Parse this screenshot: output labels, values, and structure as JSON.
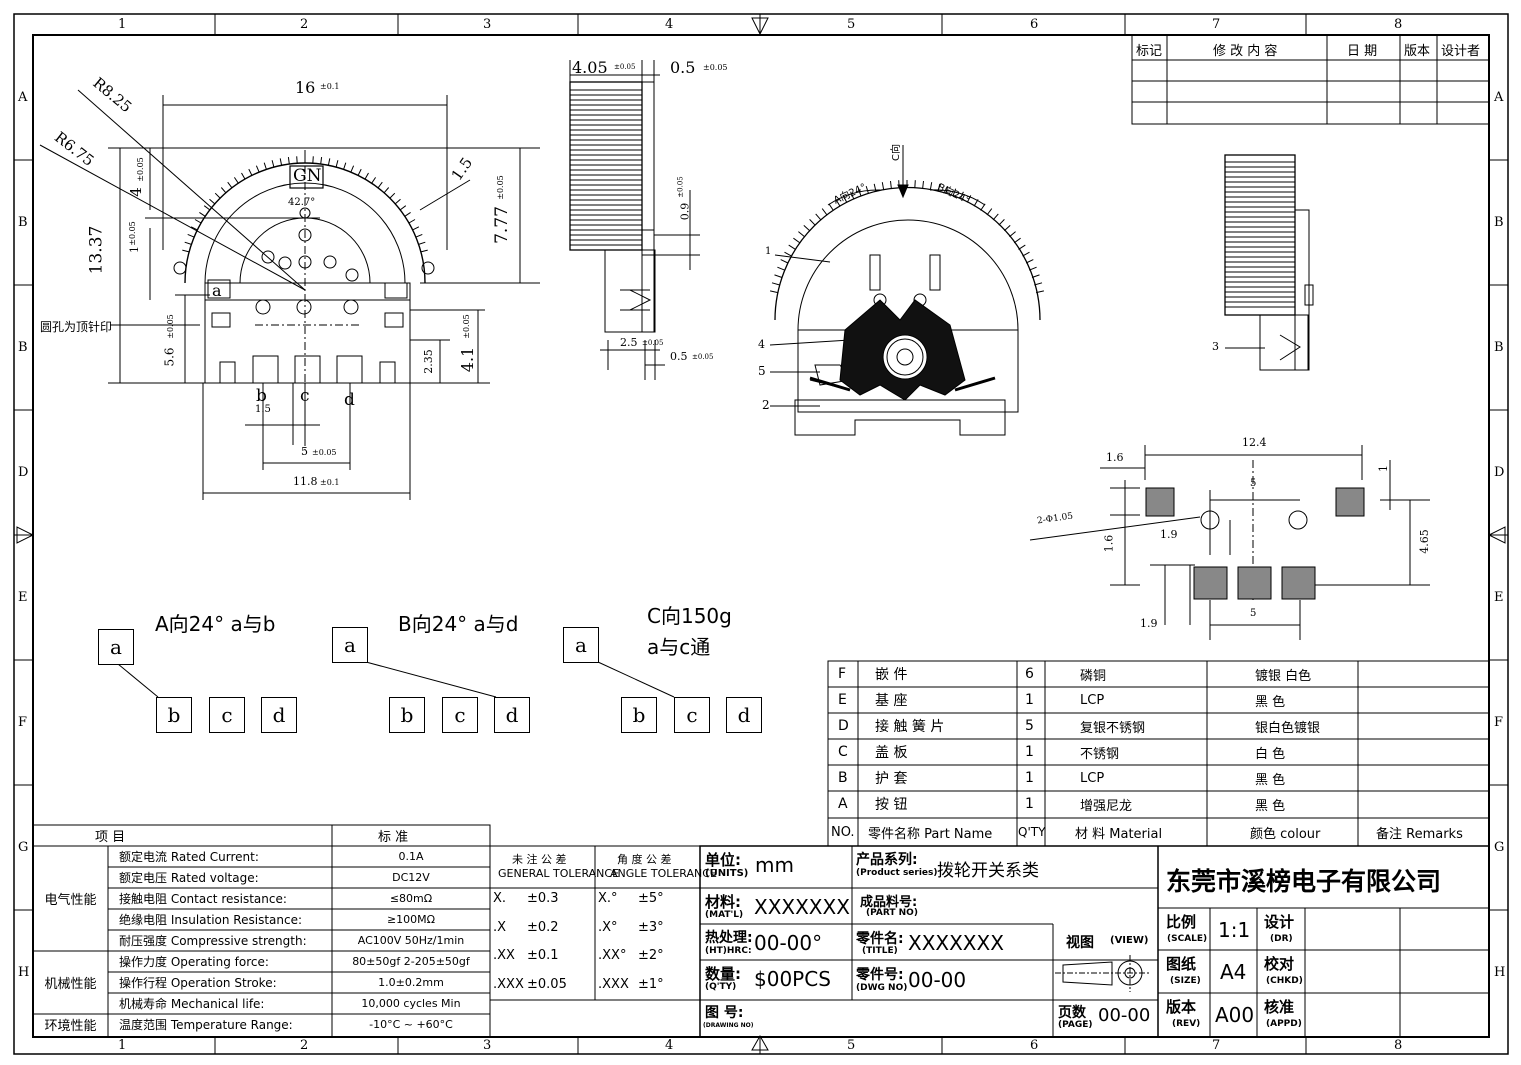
{
  "frame": {
    "col_numbers": [
      "1",
      "2",
      "3",
      "4",
      "5",
      "6",
      "7",
      "8"
    ],
    "row_letters": [
      "A",
      "B",
      "B",
      "D",
      "E",
      "F",
      "G",
      "H"
    ]
  },
  "revision_table": {
    "headers": [
      "标记",
      "修 改 内 容",
      "日 期",
      "版本",
      "设计者"
    ]
  },
  "top_view": {
    "dim_16": "16",
    "tol_01": "±0.1",
    "r825": "R8.25",
    "r675": "R6.75",
    "dim_1337": "13.37",
    "dim_4": "4",
    "tol_005": "±0.05",
    "dim_1": "1",
    "dim_15": "1.5",
    "dim_777": "7.77",
    "dim_56": "5.6",
    "dim_41": "4.1",
    "dim_235": "2.35",
    "brand": "GN",
    "angle_label": "42.7°",
    "pin_label_a": "a",
    "pin_b": "b",
    "pin_c": "c",
    "pin_d": "d",
    "dim_15_bottom": "1.5",
    "dim_5": "5",
    "dim_118": "11.8",
    "note_hole": "圆孔为顶针印"
  },
  "side_view": {
    "dim_405": "4.05",
    "dim_05": "0.5",
    "dim_09": "0.9",
    "dim_25": "2.5",
    "dim_05b": "0.5",
    "tol_005": "±0.05"
  },
  "exploded_view": {
    "dir_c": "C向",
    "dir_a": "A向24°",
    "dir_b": "B向24°",
    "parts": [
      "1",
      "4",
      "5",
      "2",
      "3"
    ]
  },
  "pcb_layout": {
    "dim_124": "12.4",
    "dim_16a": "1.6",
    "dim_1": "1",
    "dim_holes": "2-Φ1.05",
    "dim_19a": "1.9",
    "dim_16b": "1.6",
    "dim_465": "4.65",
    "dim_5a": "5",
    "dim_5b": "5",
    "dim_19b": "1.9"
  },
  "switch_states": [
    {
      "title": "A向24°  a与b",
      "a": "a",
      "b": "b",
      "c": "c",
      "d": "d"
    },
    {
      "title": "B向24°  a与d",
      "a": "a",
      "b": "b",
      "c": "c",
      "d": "d"
    },
    {
      "title": "C向150g",
      "title2": "a与c通",
      "a": "a",
      "b": "b",
      "c": "c",
      "d": "d"
    }
  ],
  "bom": {
    "rows": [
      {
        "id": "F",
        "name": "嵌    件",
        "qty": "6",
        "material": "磷铜",
        "color": "镀银  白色",
        "remark": ""
      },
      {
        "id": "E",
        "name": "基    座",
        "qty": "1",
        "material": "LCP",
        "color": "黑    色",
        "remark": ""
      },
      {
        "id": "D",
        "name": "接 触 簧 片",
        "qty": "5",
        "material": "复银不锈钢",
        "color": "银白色镀银",
        "remark": ""
      },
      {
        "id": "C",
        "name": "盖    板",
        "qty": "1",
        "material": "不锈钢",
        "color": "白    色",
        "remark": ""
      },
      {
        "id": "B",
        "name": "护    套",
        "qty": "1",
        "material": "LCP",
        "color": "黑    色",
        "remark": ""
      },
      {
        "id": "A",
        "name": "按    钮",
        "qty": "1",
        "material": "增强尼龙",
        "color": "黑    色",
        "remark": ""
      }
    ],
    "header": {
      "no": "NO.",
      "name": "零件名称  Part Name",
      "qty": "Q'TY",
      "material": "材 料  Material",
      "color": "颜色   colour",
      "remark": "备注  Remarks"
    }
  },
  "spec_table": {
    "header_item": "项    目",
    "header_std": "标    准",
    "groups": [
      {
        "group": "电气性能",
        "rows": [
          {
            "label": "额定电流  Rated Current:",
            "value": "0.1A"
          },
          {
            "label": "额定电压  Rated voltage:",
            "value": "DC12V"
          },
          {
            "label": "接触电阻  Contact resistance:",
            "value": "≤80mΩ"
          },
          {
            "label": "绝缘电阻  Insulation Resistance:",
            "value": "≥100MΩ"
          },
          {
            "label": "耐压强度  Compressive strength:",
            "value": "AC100V  50Hz/1min"
          }
        ]
      },
      {
        "group": "机械性能",
        "rows": [
          {
            "label": "操作力度  Operating force:",
            "value": "80±50gf   2-205±50gf"
          },
          {
            "label": "操作行程  Operation Stroke:",
            "value": "1.0±0.2mm"
          },
          {
            "label": "机械寿命  Mechanical life:",
            "value": "10,000 cycles Min"
          }
        ]
      },
      {
        "group": "环境性能",
        "rows": [
          {
            "label": "温度范围  Temperature Range:",
            "value": "-10°C ~ +60°C"
          }
        ]
      }
    ]
  },
  "tolerance": {
    "general_cn": "未 注 公 差",
    "general_en": "GENERAL TOLERANCE",
    "angle_cn": "角 度 公 差",
    "angle_en": "ANGLE TOLERANCE",
    "rows": [
      {
        "g": "X.",
        "gv": "±0.3",
        "a": "X.°",
        "av": "±5°"
      },
      {
        "g": ".X",
        "gv": "±0.2",
        "a": ".X°",
        "av": "±3°"
      },
      {
        "g": ".XX",
        "gv": "±0.1",
        "a": ".XX°",
        "av": "±2°"
      },
      {
        "g": ".XXX",
        "gv": "±0.05",
        "a": ".XXX",
        "av": "±1°"
      }
    ]
  },
  "title_block": {
    "units_cn": "单位:",
    "units_en": "(UNITS)",
    "units_val": "mm",
    "mat_cn": "材料:",
    "mat_en": "(MAT'L)",
    "mat_val": "XXXXXXX",
    "ht_cn": "热处理:",
    "ht_en": "(HT)HRC:",
    "ht_val": "00-00°",
    "qty_cn": "数量:",
    "qty_en": "(Q'TY)",
    "qty_val": "$00PCS",
    "dwg_cn": "图 号:",
    "dwg_en": "(DRAWING NO)",
    "series_cn": "产品系列:",
    "series_en": "(Product series)",
    "series_val": "拨轮开关系类",
    "part_no_cn": "成品料号:",
    "part_no_en": "(PART NO)",
    "title_cn": "零件名:",
    "title_en": "(TITLE)",
    "title_val": "XXXXXXX",
    "dwgno_cn": "零件号:",
    "dwgno_en": "(DWG NO)",
    "dwgno_val": "00-00",
    "view_cn": "视图",
    "view_en": "(VIEW)",
    "page_cn": "页数",
    "page_en": "(PAGE)",
    "page_val": "00-00",
    "company": "东莞市溪榜电子有限公司",
    "scale_cn": "比例",
    "scale_en": "(SCALE)",
    "scale_val": "1:1",
    "size_cn": "图纸",
    "size_en": "(SIZE)",
    "size_val": "A4",
    "rev_cn": "版本",
    "rev_en": "(REV)",
    "rev_val": "A00",
    "dr_cn": "设计",
    "dr_en": "(DR)",
    "chkd_cn": "校对",
    "chkd_en": "(CHKD)",
    "appd_cn": "核准",
    "appd_en": "(APPD)"
  }
}
